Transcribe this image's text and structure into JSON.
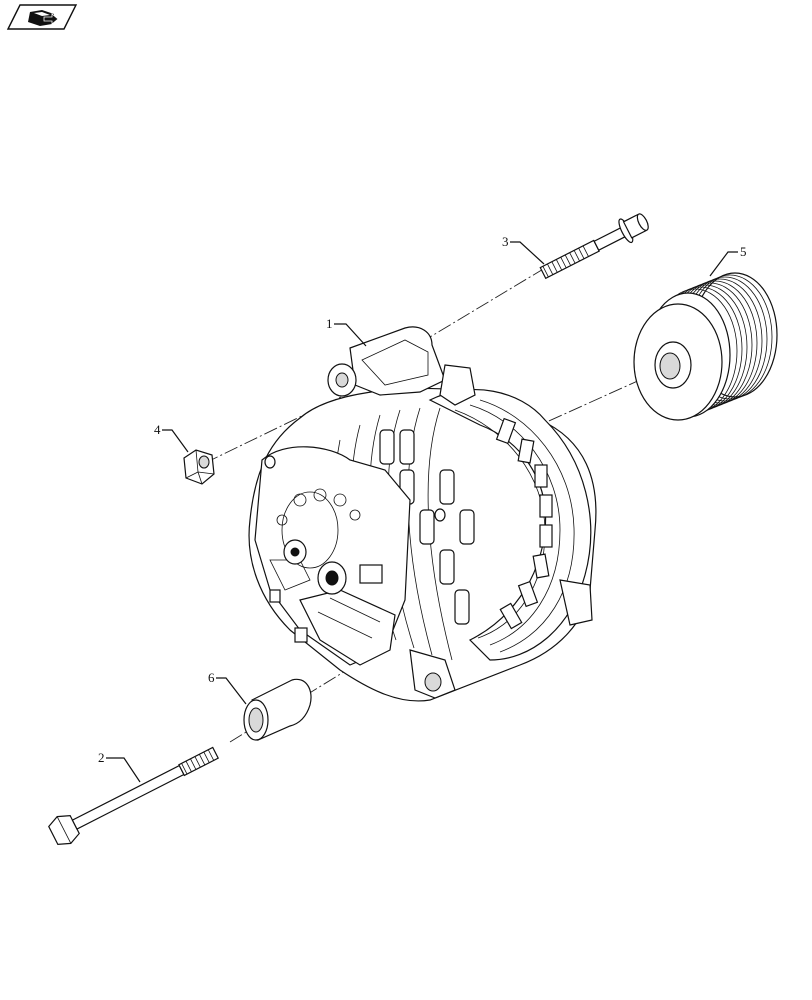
{
  "diagram": {
    "callouts": [
      {
        "id": "1",
        "label": "1"
      },
      {
        "id": "2",
        "label": "2"
      },
      {
        "id": "3",
        "label": "3"
      },
      {
        "id": "4",
        "label": "4"
      },
      {
        "id": "5",
        "label": "5"
      },
      {
        "id": "6",
        "label": "6"
      }
    ]
  },
  "icons": {
    "corner_badge": "book-arrow-icon"
  }
}
